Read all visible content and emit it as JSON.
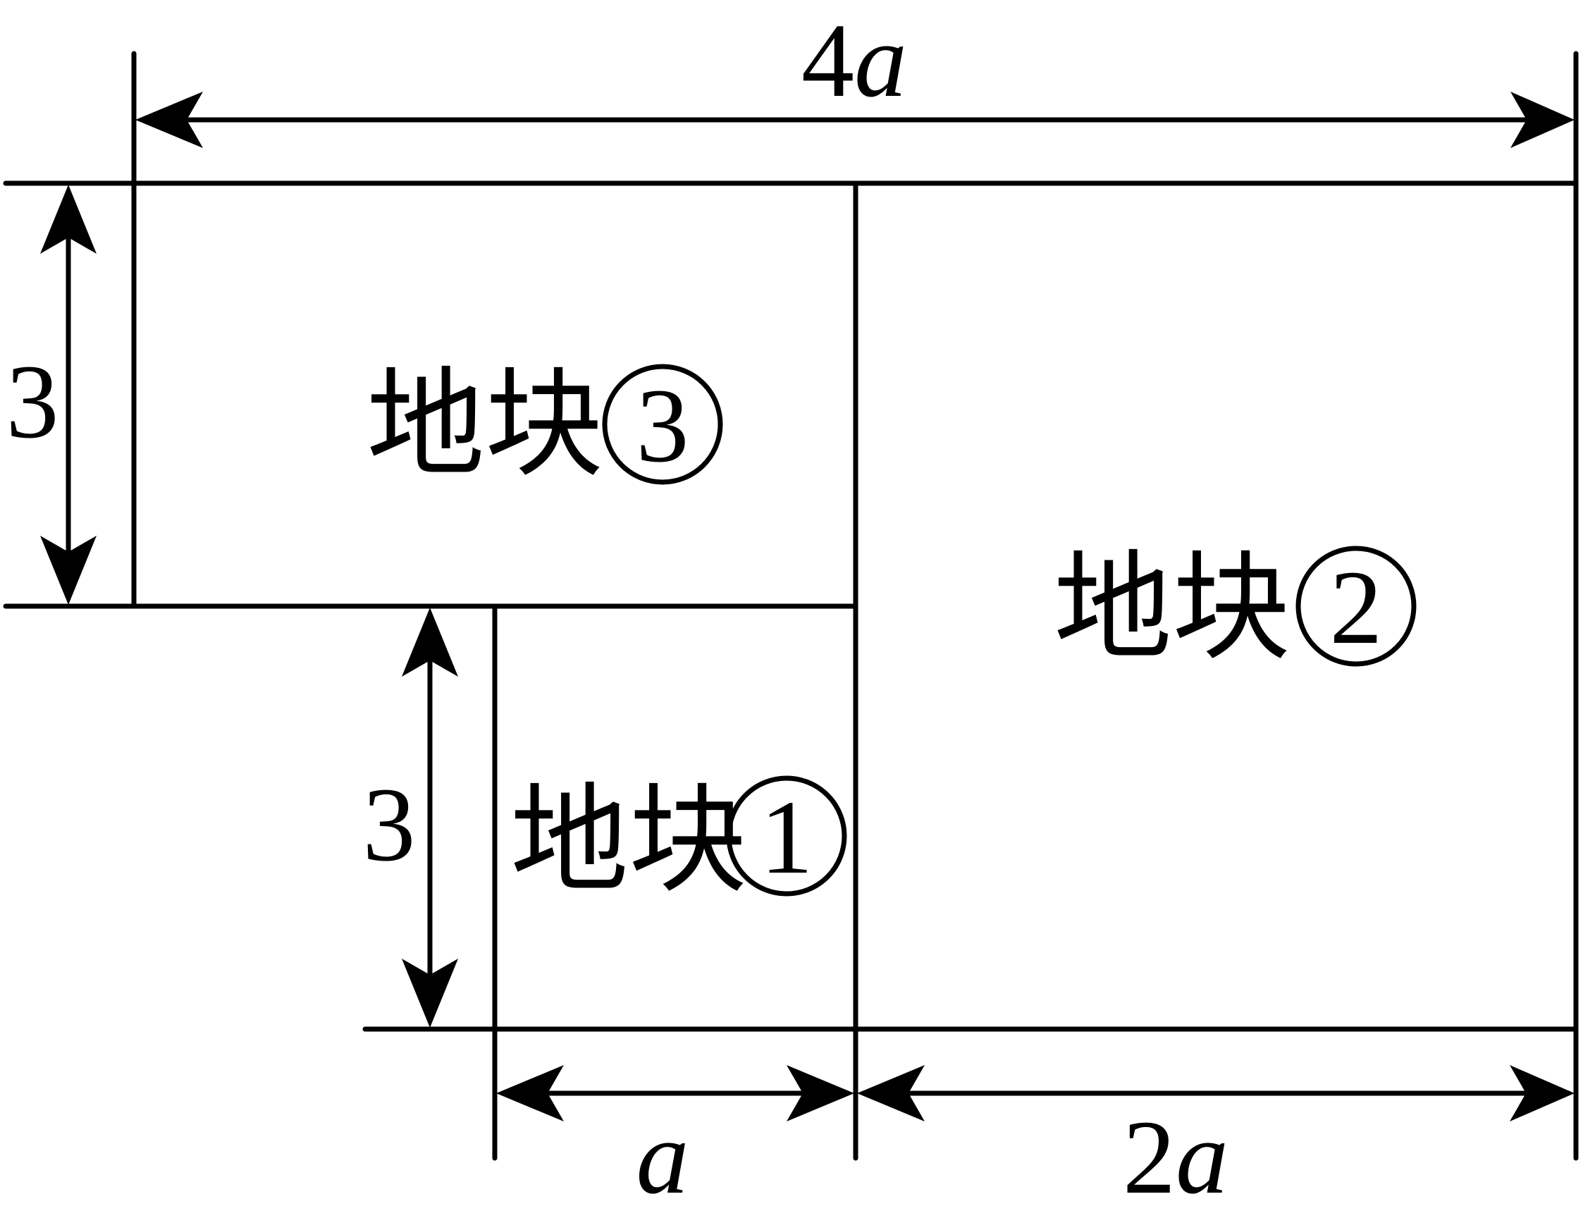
{
  "dimensions": {
    "top_width": {
      "coef": "4",
      "var": "a"
    },
    "bottom_left_width": {
      "coef": "",
      "var": "a"
    },
    "bottom_right_width": {
      "coef": "2",
      "var": "a"
    },
    "left_height": "3",
    "middle_height": "3"
  },
  "plots": [
    {
      "text": "地块",
      "number": "③"
    },
    {
      "text": "地块",
      "number": "②"
    },
    {
      "text": "地块",
      "number": "①"
    }
  ]
}
